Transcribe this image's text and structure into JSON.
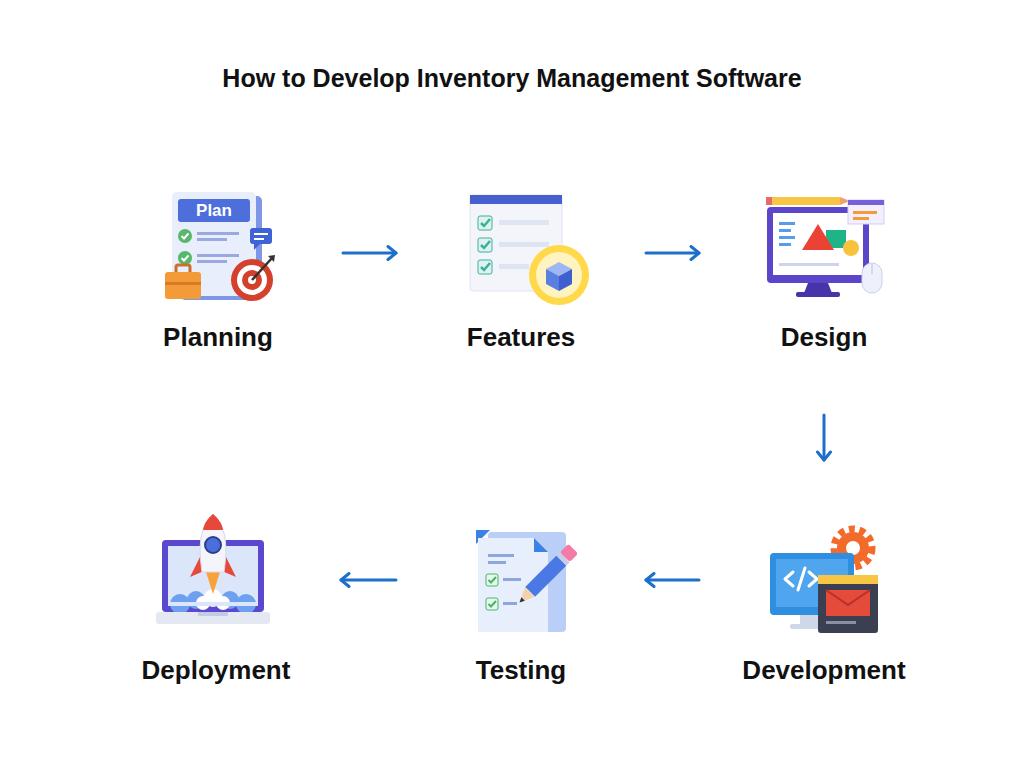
{
  "diagram": {
    "title": "How to Develop Inventory Management Software",
    "nodes": [
      {
        "text": [
          "Planning"
        ]
      },
      {
        "text": [
          "Features"
        ]
      },
      {
        "text": [
          "Design"
        ]
      },
      {
        "text": [
          "Development"
        ]
      },
      {
        "text": [
          "Testing"
        ]
      },
      {
        "text": [
          "Deployment"
        ]
      }
    ],
    "edges": [
      {
        "from": 0,
        "to": 1,
        "arrow": "to"
      },
      {
        "from": 1,
        "to": 2,
        "arrow": "to"
      },
      {
        "from": 2,
        "to": 3,
        "arrow": "to"
      },
      {
        "from": 3,
        "to": 4,
        "arrow": "to"
      },
      {
        "from": 4,
        "to": 5,
        "arrow": "to"
      }
    ],
    "labels": [
      "Plan"
    ]
  }
}
